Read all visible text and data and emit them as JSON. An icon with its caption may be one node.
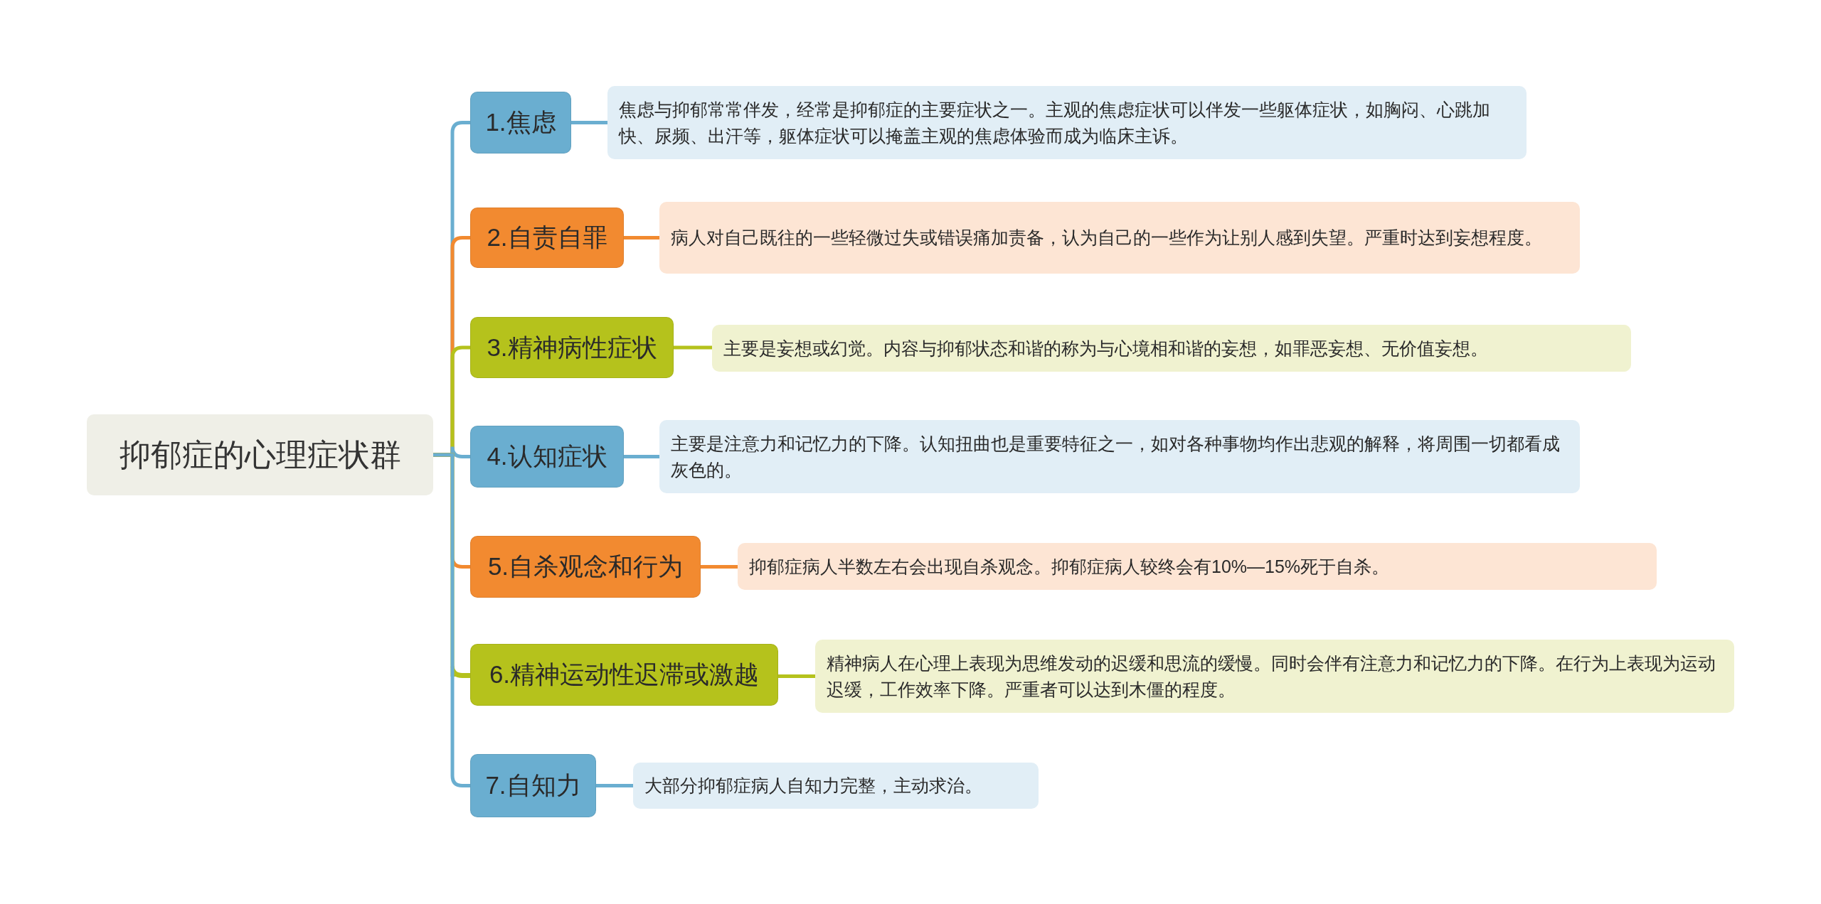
{
  "diagram": {
    "nodes": [
      {
        "text": [
          "抑郁症的心理症状群"
        ]
      },
      {
        "text": [
          "1.焦虑"
        ]
      },
      {
        "text": [
          "焦虑与抑郁常常伴发，经常是抑郁症的主要症状之一。主观的焦虑症状可以伴发一些躯体症状，如胸闷、心跳加快、尿频、出汗等，躯体症状可以掩盖主观的焦虑体验而成为临床主诉。"
        ]
      },
      {
        "text": [
          "2.自责自罪"
        ]
      },
      {
        "text": [
          "病人对自己既往的一些轻微过失或错误痛加责备，认为自己的一些作为让别人感到失望。严重时达到妄想程度。"
        ]
      },
      {
        "text": [
          "3.精神病性症状"
        ]
      },
      {
        "text": [
          "主要是妄想或幻觉。内容与抑郁状态和谐的称为与心境相和谐的妄想，如罪恶妄想、无价值妄想。"
        ]
      },
      {
        "text": [
          "4.认知症状"
        ]
      },
      {
        "text": [
          "主要是注意力和记忆力的下降。认知扭曲也是重要特征之一，如对各种事物均作出悲观的解释，将周围一切都看成灰色的。"
        ]
      },
      {
        "text": [
          "5.自杀观念和行为"
        ]
      },
      {
        "text": [
          "抑郁症病人半数左右会出现自杀观念。抑郁症病人较终会有10%—15%死于自杀。"
        ]
      },
      {
        "text": [
          "6.精神运动性迟滞或激越"
        ]
      },
      {
        "text": [
          "精神病人在心理上表现为思维发动的迟缓和思流的缓慢。同时会伴有注意力和记忆力的下降。在行为上表现为运动迟缓，工作效率下降。严重者可以达到木僵的程度。"
        ]
      },
      {
        "text": [
          "7.自知力"
        ]
      },
      {
        "text": [
          "大部分抑郁症病人自知力完整，主动求治。"
        ]
      }
    ],
    "edges": [
      {
        "from": 0,
        "to": 1,
        "arrow": "none"
      },
      {
        "from": 1,
        "to": 2,
        "arrow": "none"
      },
      {
        "from": 0,
        "to": 3,
        "arrow": "none",
        "color": "#f28a30"
      },
      {
        "from": 3,
        "to": 4,
        "arrow": "none",
        "color": "#f28a30"
      },
      {
        "from": 0,
        "to": 5,
        "arrow": "none",
        "color": "#b5c21c"
      },
      {
        "from": 5,
        "to": 6,
        "arrow": "none",
        "color": "#b5c21c"
      },
      {
        "from": 0,
        "to": 7,
        "arrow": "none"
      },
      {
        "from": 7,
        "to": 8,
        "arrow": "none"
      },
      {
        "from": 0,
        "to": 9,
        "arrow": "none",
        "color": "#f28a30"
      },
      {
        "from": 9,
        "to": 10,
        "arrow": "none",
        "color": "#f28a30"
      },
      {
        "from": 0,
        "to": 11,
        "arrow": "none",
        "color": "#b5c21c"
      },
      {
        "from": 11,
        "to": 12,
        "arrow": "none",
        "color": "#b5c21c"
      },
      {
        "from": 0,
        "to": 13,
        "arrow": "none"
      },
      {
        "from": 13,
        "to": 14,
        "arrow": "none"
      }
    ]
  }
}
